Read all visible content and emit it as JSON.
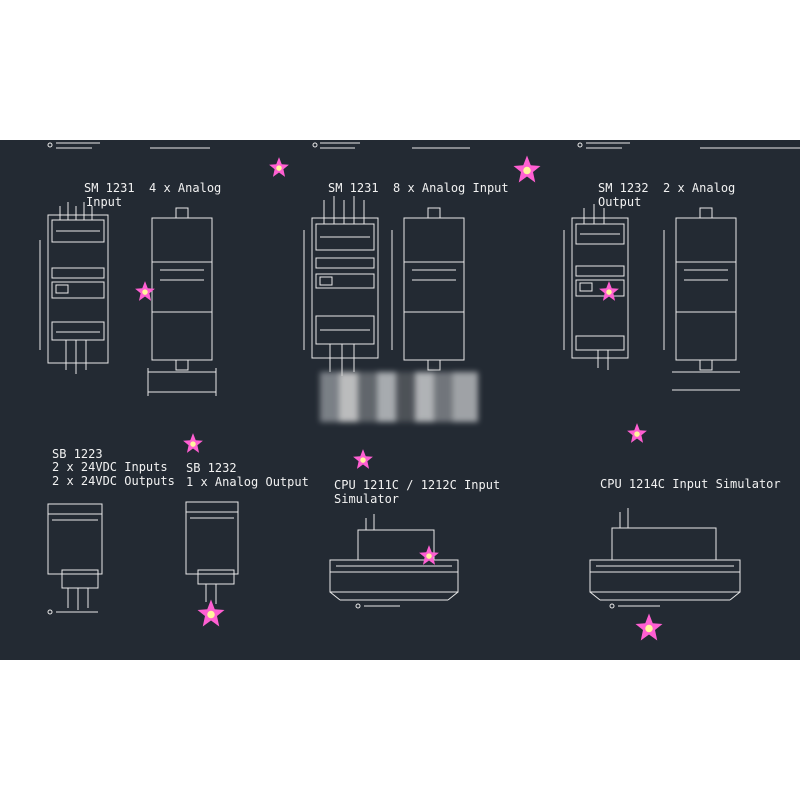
{
  "colors": {
    "background": "#232a33",
    "lines": "#e8e8e8",
    "accent": "#ff5fd2"
  },
  "modules": {
    "sm1231_4": {
      "line1": "SM 1231  4 x Analog",
      "line2": "Input"
    },
    "sm1231_8": {
      "line1": "SM 1231  8 x Analog Input"
    },
    "sm1232_2": {
      "line1": "SM 1232  2 x Analog",
      "line2": "Output"
    },
    "sb1223": {
      "line1": "SB 1223",
      "line2": "2 x 24VDC Inputs",
      "line3": "2 x 24VDC Outputs"
    },
    "sb1232": {
      "line1": "SB 1232",
      "line2": "1 x Analog Output"
    },
    "cpu1211": {
      "line1": "CPU 1211C / 1212C Input",
      "line2": "Simulator"
    },
    "cpu1214": {
      "line1": "CPU 1214C Input Simulator"
    }
  },
  "icons": [
    "pink-star-logo-icon"
  ]
}
